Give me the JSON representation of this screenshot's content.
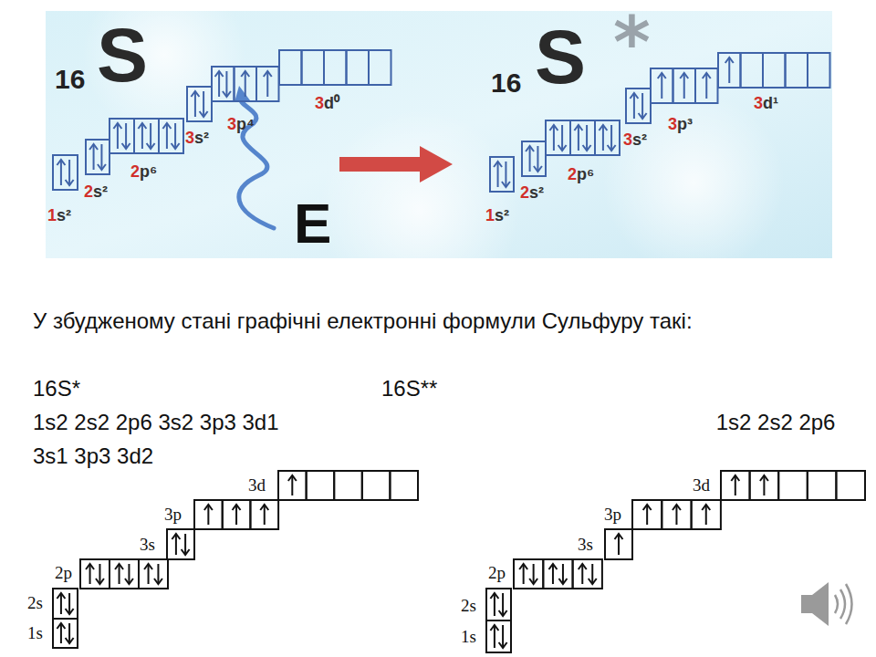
{
  "diagram": {
    "labels": [
      "16",
      "S",
      "1s²",
      "2s²",
      "2p⁶",
      "3s²",
      "3p⁴",
      "3d⁰",
      "E",
      "16",
      "S",
      "*",
      "1s²",
      "2s²",
      "2p⁶",
      "3s²",
      "3p³",
      "3d¹",
      "У збудженому стані графічні електронні формули Сульфуру такі:",
      "16S*",
      "16S**",
      "1s2 2s2 2p6 3s2 3p3 3d1",
      "1s2 2s2 2p6 3s1 3p3 3d2",
      "3d",
      "3p",
      "3s",
      "2p",
      "2s",
      "1s",
      "3d",
      "3p",
      "3s",
      "2p",
      "2s",
      "1s"
    ]
  }
}
